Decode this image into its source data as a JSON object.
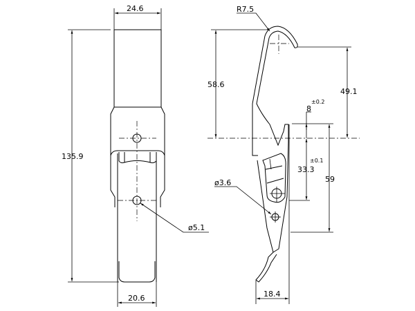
{
  "front_view": {
    "width_top": "24.6",
    "height_total": "135.9",
    "width_bottom": "20.6",
    "hole_diameter": "ø5.1"
  },
  "side_view": {
    "hook_radius": "R7.5",
    "height_upper": "58.6",
    "hook_to_base": "49.1",
    "offset": "8",
    "offset_tol": "±0.2",
    "pivot_height": "33.3",
    "pivot_tol": "±0.1",
    "lower_height": "59",
    "hole_diameter": "ø3.6",
    "depth": "18.4"
  },
  "colors": {
    "line": "#000000",
    "background": "#ffffff"
  }
}
